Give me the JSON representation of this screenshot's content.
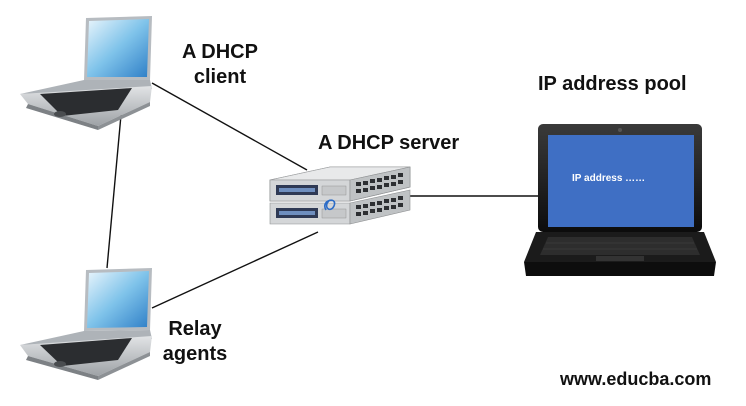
{
  "nodes": {
    "client": {
      "label_line1": "A DHCP",
      "label_line2": "client",
      "icon": "laptop-icon"
    },
    "server": {
      "label": "A DHCP server",
      "icon": "network-switch-icon"
    },
    "pool": {
      "label": "IP address pool",
      "screen_text": "IP address ……",
      "icon": "laptop-icon"
    },
    "relay": {
      "label_line1": "Relay",
      "label_line2": "agents",
      "icon": "laptop-icon"
    }
  },
  "edges": [
    {
      "from": "client",
      "to": "server"
    },
    {
      "from": "client",
      "to": "relay"
    },
    {
      "from": "relay",
      "to": "server"
    },
    {
      "from": "server",
      "to": "pool"
    }
  ],
  "watermark": "www.educba.com",
  "colors": {
    "pool_screen": "#3f6fc4",
    "laptop_silver": "#c9cccf",
    "edge": "#111111"
  }
}
